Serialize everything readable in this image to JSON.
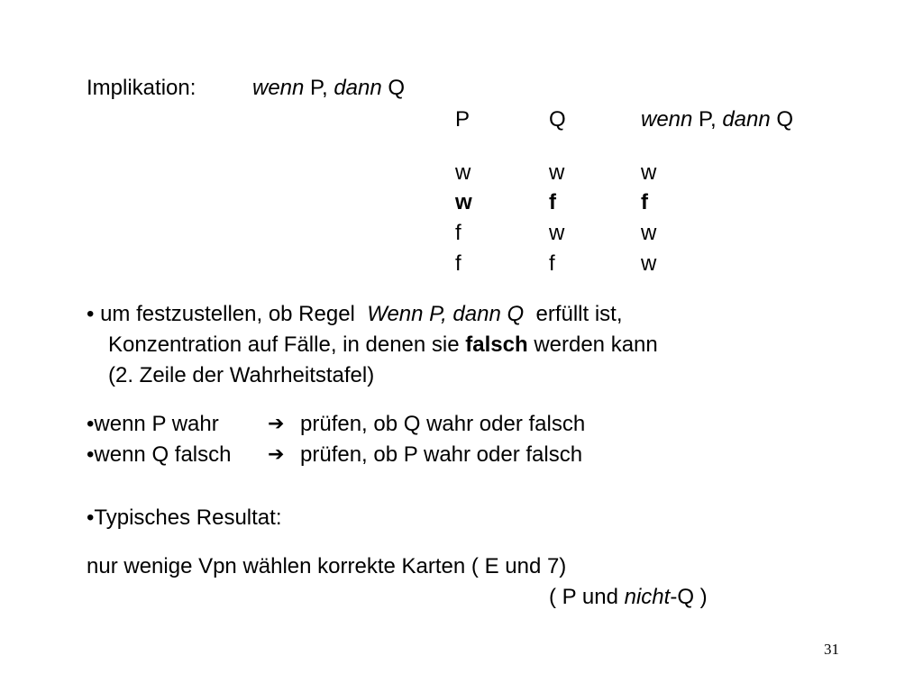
{
  "heading": {
    "label": "Implikation:",
    "wenn": "wenn",
    "p_comma": "P,",
    "dann": "dann",
    "q": "Q"
  },
  "truth_table": {
    "headers": {
      "p": "P",
      "q": "Q",
      "result_wenn": "wenn",
      "result_p": "P,",
      "result_dann": "dann",
      "result_q": "Q"
    },
    "rows": [
      [
        "w",
        "w",
        "w"
      ],
      [
        "w",
        "f",
        "f"
      ],
      [
        "f",
        "w",
        "w"
      ],
      [
        "f",
        "f",
        "w"
      ]
    ],
    "bold_row_index": 1
  },
  "bullet1": {
    "line1_pre": "•  um festzustellen, ob Regel",
    "line1_rule": "Wenn P, dann Q",
    "line1_post": "erfüllt ist,",
    "line2_pre": "Konzentration auf Fälle, in denen sie",
    "line2_bold": "falsch",
    "line2_post": "werden kann",
    "line3": "(2. Zeile der Wahrheitstafel)"
  },
  "bullet2": {
    "line1_pre": "•wenn P wahr",
    "line1_post": "prüfen, ob Q wahr oder falsch",
    "line2_pre": "•wenn Q falsch",
    "line2_post": "prüfen, ob P wahr oder falsch",
    "arrow_glyph": "➔"
  },
  "result": {
    "label": "•Typisches Resultat:",
    "line1": "nur wenige Vpn wählen korrekte Karten ( E und 7)",
    "line2_pre": "( P und",
    "line2_italic": "nicht",
    "line2_post": "-Q )"
  },
  "page_number": "31"
}
